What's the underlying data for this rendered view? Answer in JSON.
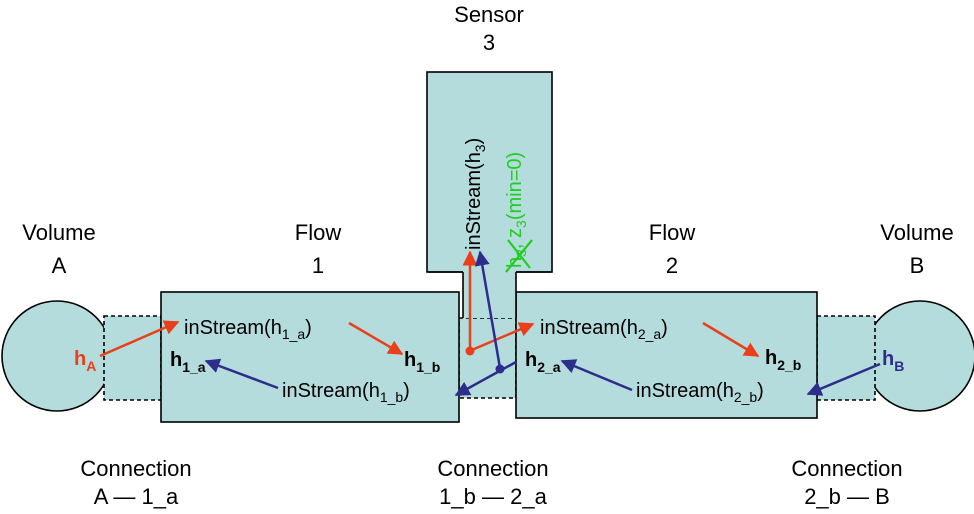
{
  "sensor": {
    "name": "Sensor",
    "number": "3",
    "stream": "inStream(h",
    "stream_sub": "3",
    "stream_close": ")",
    "h_struck": "h",
    "h_struck_sub": "3",
    "z_text": ", z",
    "z_sub": "3",
    "z_rest": "(min=0)"
  },
  "volume_a": {
    "name": "Volume",
    "letter": "A",
    "h": "h",
    "h_sub": "A"
  },
  "volume_b": {
    "name": "Volume",
    "letter": "B",
    "h": "h",
    "h_sub": "B"
  },
  "flow1": {
    "name": "Flow",
    "number": "1",
    "in_a": "inStream(h",
    "in_a_sub": "1_a",
    "in_a_close": ")",
    "h_a": "h",
    "h_a_sub": "1_a",
    "h_b": "h",
    "h_b_sub": "1_b",
    "in_b": "inStream(h",
    "in_b_sub": "1_b",
    "in_b_close": ")"
  },
  "flow2": {
    "name": "Flow",
    "number": "2",
    "in_a": "inStream(h",
    "in_a_sub": "2_a",
    "in_a_close": ")",
    "h_a": "h",
    "h_a_sub": "2_a",
    "h_b": "h",
    "h_b_sub": "2_b",
    "in_b": "inStream(h",
    "in_b_sub": "2_b",
    "in_b_close": ")"
  },
  "connections": [
    {
      "title": "Connection",
      "label": "A — 1_a"
    },
    {
      "title": "Connection",
      "label": "1_b — 2_a"
    },
    {
      "title": "Connection",
      "label": "2_b — B"
    }
  ],
  "colors": {
    "fill": "#b4dcdc",
    "red": "#e8401a",
    "blue": "#2d2d8c",
    "green": "#22cc22"
  }
}
